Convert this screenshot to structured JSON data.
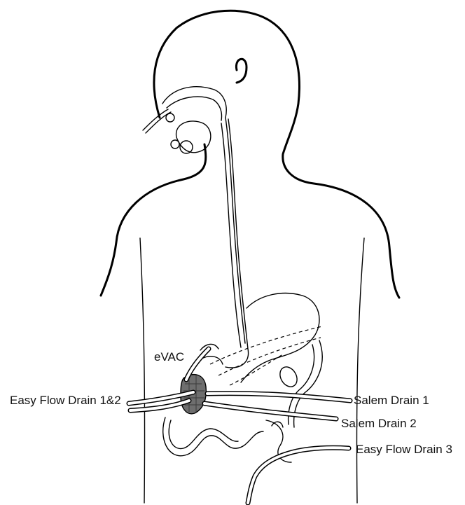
{
  "labels": {
    "evac": "eVAC",
    "easy_flow_1_2": "Easy Flow Drain 1&2",
    "salem_1": "Salem Drain 1",
    "salem_2": "Salem Drain 2",
    "easy_flow_3": "Easy Flow Drain 3"
  },
  "colors": {
    "line": "#000000",
    "evac_fill": "#6e6e6e",
    "background": "#ffffff"
  }
}
